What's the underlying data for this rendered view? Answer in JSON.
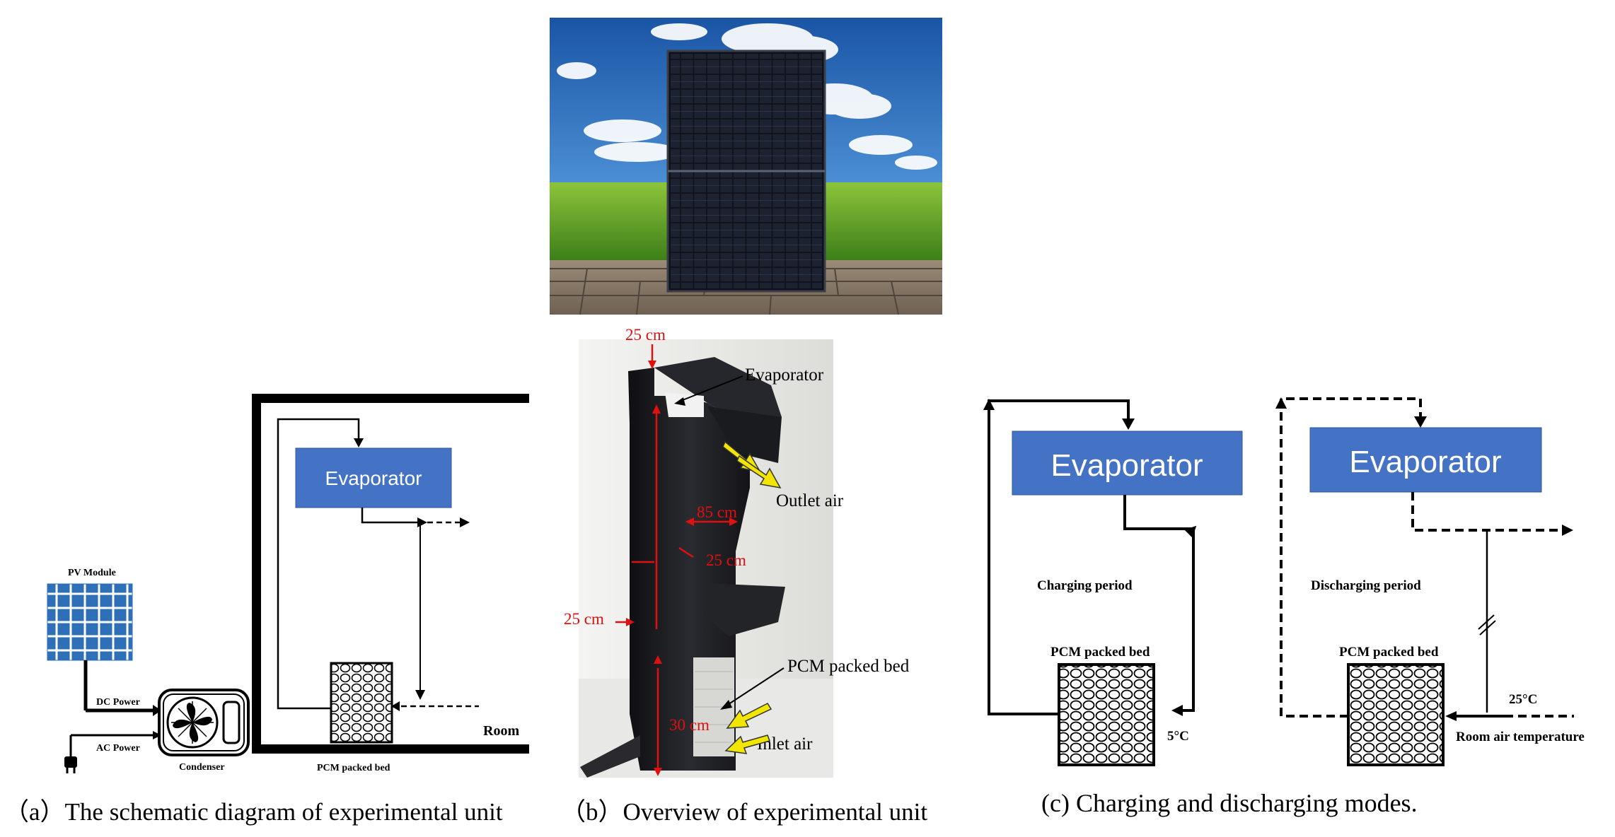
{
  "panel_a": {
    "pv_module_label": "PV Module",
    "dc_power_label": "DC Power",
    "ac_power_label": "AC Power",
    "condenser_label": "Condenser",
    "evaporator_label": "Evaporator",
    "pcm_label": "PCM packed bed",
    "room_label": "Room",
    "caption": "（a）The schematic diagram of experimental unit"
  },
  "panel_b": {
    "dim_top": "25 cm",
    "evaporator_label": "Evaporator",
    "outlet_label": "Outlet air",
    "dim_85": "85 cm",
    "dim_25_inner": "25 cm",
    "dim_25_left": "25 cm",
    "pcm_label": "PCM packed bed",
    "dim_30": "30 cm",
    "inlet_label": "Inlet air",
    "caption": "（b）Overview of experimental unit"
  },
  "panel_c": {
    "charging": {
      "evaporator_label": "Evaporator",
      "period_label": "Charging period",
      "pcm_label": "PCM packed bed",
      "temp_label": "5°C"
    },
    "discharging": {
      "evaporator_label": "Evaporator",
      "period_label": "Discharging period",
      "pcm_label": "PCM packed bed",
      "temp_label": "25°C",
      "room_temp_label": "Room air temperature"
    },
    "caption": "(c) Charging and discharging modes."
  },
  "colors": {
    "evaporator_fill": "#4472C4",
    "dimension_red": "#E01010",
    "arrow_yellow": "#F2E600",
    "pv_cell": "#2E6FB8",
    "panel_dark": "#15191f",
    "sky_top": "#1d5fb0",
    "grass": "#4f9a22",
    "deck": "#8a7a68"
  }
}
